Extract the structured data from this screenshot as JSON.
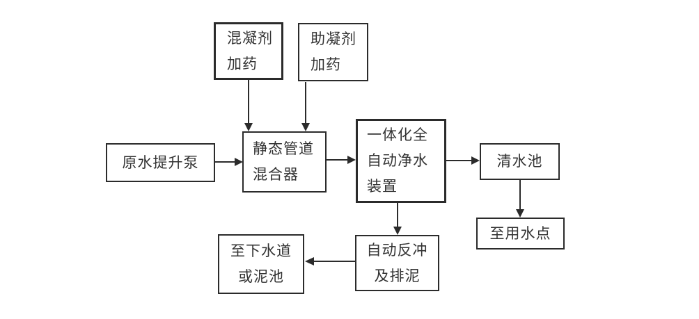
{
  "diagram": {
    "kind": "process-flowchart",
    "colors": {
      "background": "#ffffff",
      "line": "#2b2b2b",
      "text": "#333333"
    },
    "boxes": {
      "coagulant_dosing": {
        "lines": [
          "混凝剂",
          "加药"
        ]
      },
      "coagulant_aid_dosing": {
        "lines": [
          "助凝剂",
          "加药"
        ]
      },
      "raw_water_pump": {
        "lines": [
          "原水提升泵"
        ]
      },
      "static_mixer": {
        "lines": [
          "静态管道",
          "混合器"
        ]
      },
      "purifier_unit": {
        "lines": [
          "一体化全",
          "自动净水",
          "装置"
        ]
      },
      "clear_water_tank": {
        "lines": [
          "清水池"
        ]
      },
      "water_use_point": {
        "lines": [
          "至用水点"
        ]
      },
      "backwash_sludge": {
        "lines": [
          "自动反冲",
          "及排泥"
        ]
      },
      "sewer_or_sludge_pool": {
        "lines": [
          "至下水道",
          "或泥池"
        ]
      }
    }
  }
}
